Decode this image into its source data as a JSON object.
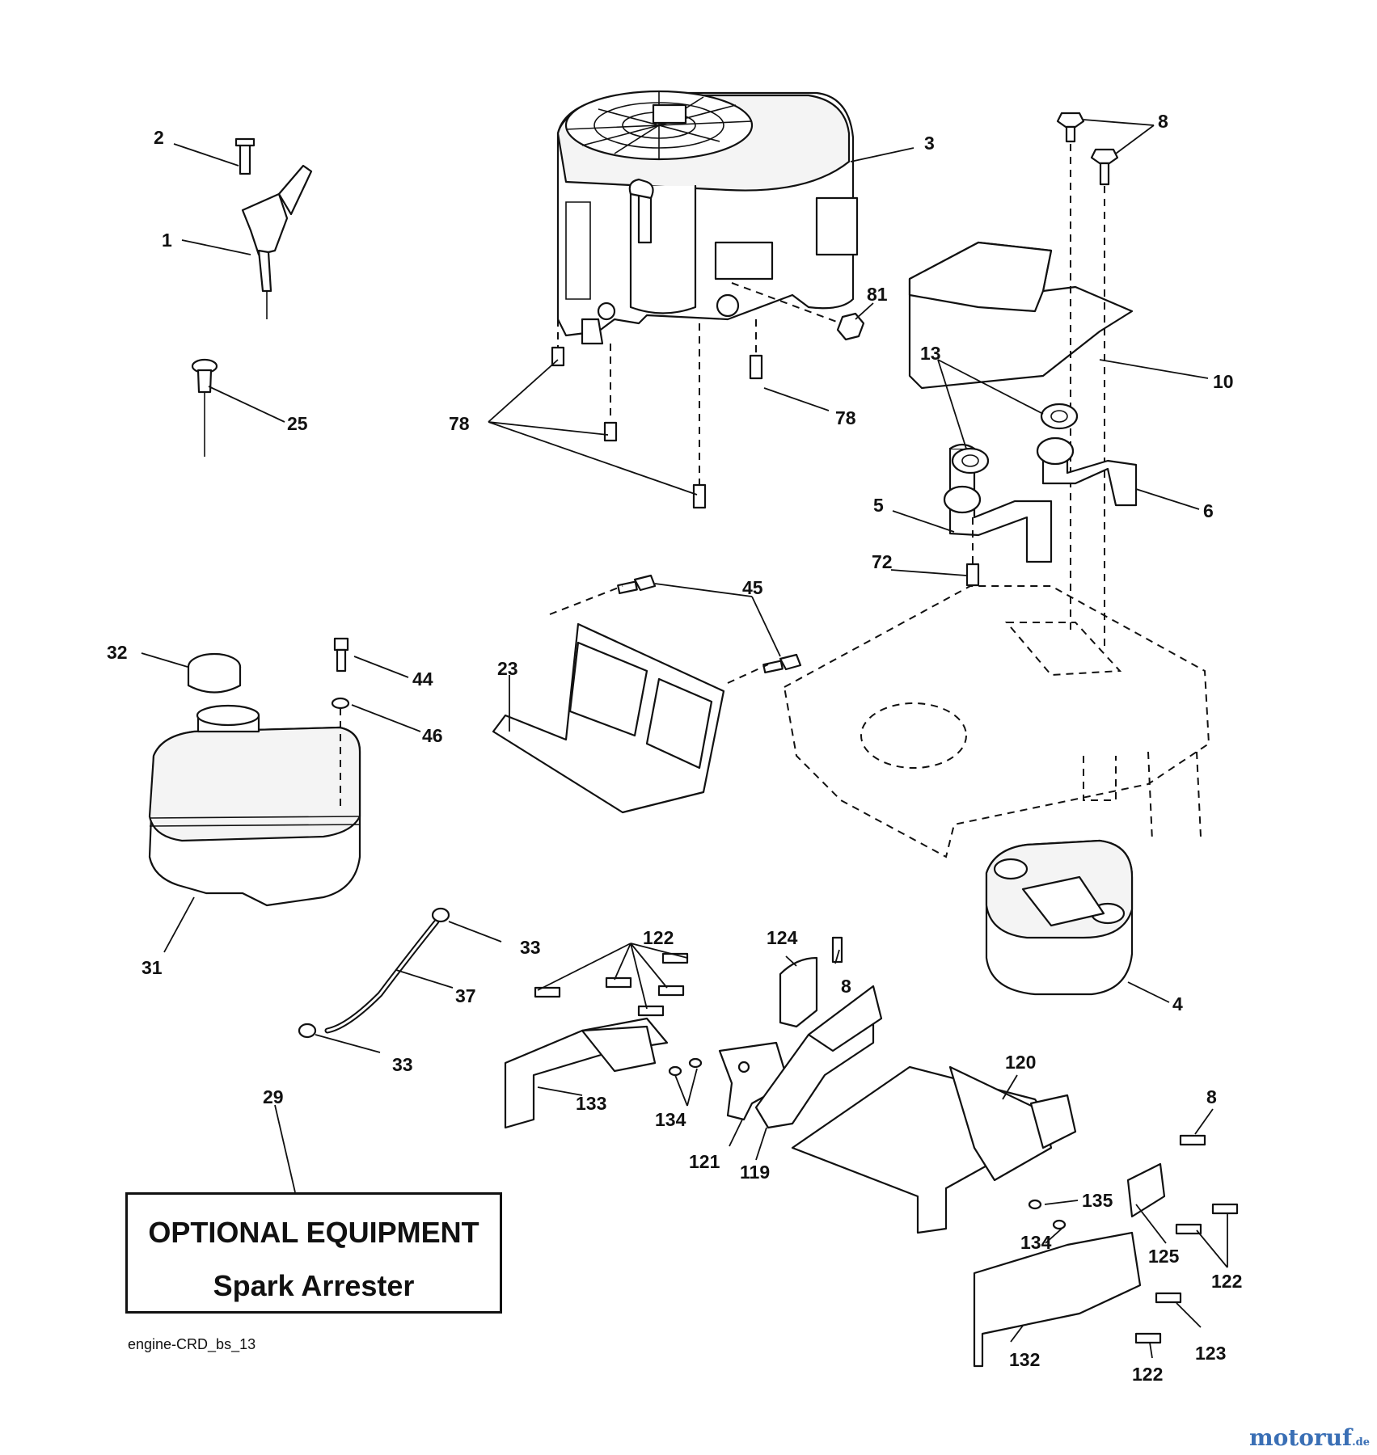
{
  "box": {
    "title": "OPTIONAL EQUIPMENT",
    "subtitle": "Spark Arrester"
  },
  "drawing_id": "engine-CRD_bs_13",
  "watermark": {
    "brand": "motoruf",
    "tld": ".de",
    "color": "#3a6fb5"
  },
  "callouts": {
    "c1": "1",
    "c2": "2",
    "c3": "3",
    "c4": "4",
    "c5": "5",
    "c6": "6",
    "c8a": "8",
    "c8b": "8",
    "c8c": "8",
    "c10": "10",
    "c13": "13",
    "c23": "23",
    "c25": "25",
    "c29": "29",
    "c31": "31",
    "c32": "32",
    "c33a": "33",
    "c33b": "33",
    "c37": "37",
    "c44": "44",
    "c45": "45",
    "c46": "46",
    "c72": "72",
    "c78a": "78",
    "c78b": "78",
    "c81": "81",
    "c119": "119",
    "c120": "120",
    "c121": "121",
    "c122a": "122",
    "c122b": "122",
    "c122c": "122",
    "c123": "123",
    "c124": "124",
    "c125": "125",
    "c132": "132",
    "c133": "133",
    "c134a": "134",
    "c134b": "134",
    "c135": "135"
  }
}
